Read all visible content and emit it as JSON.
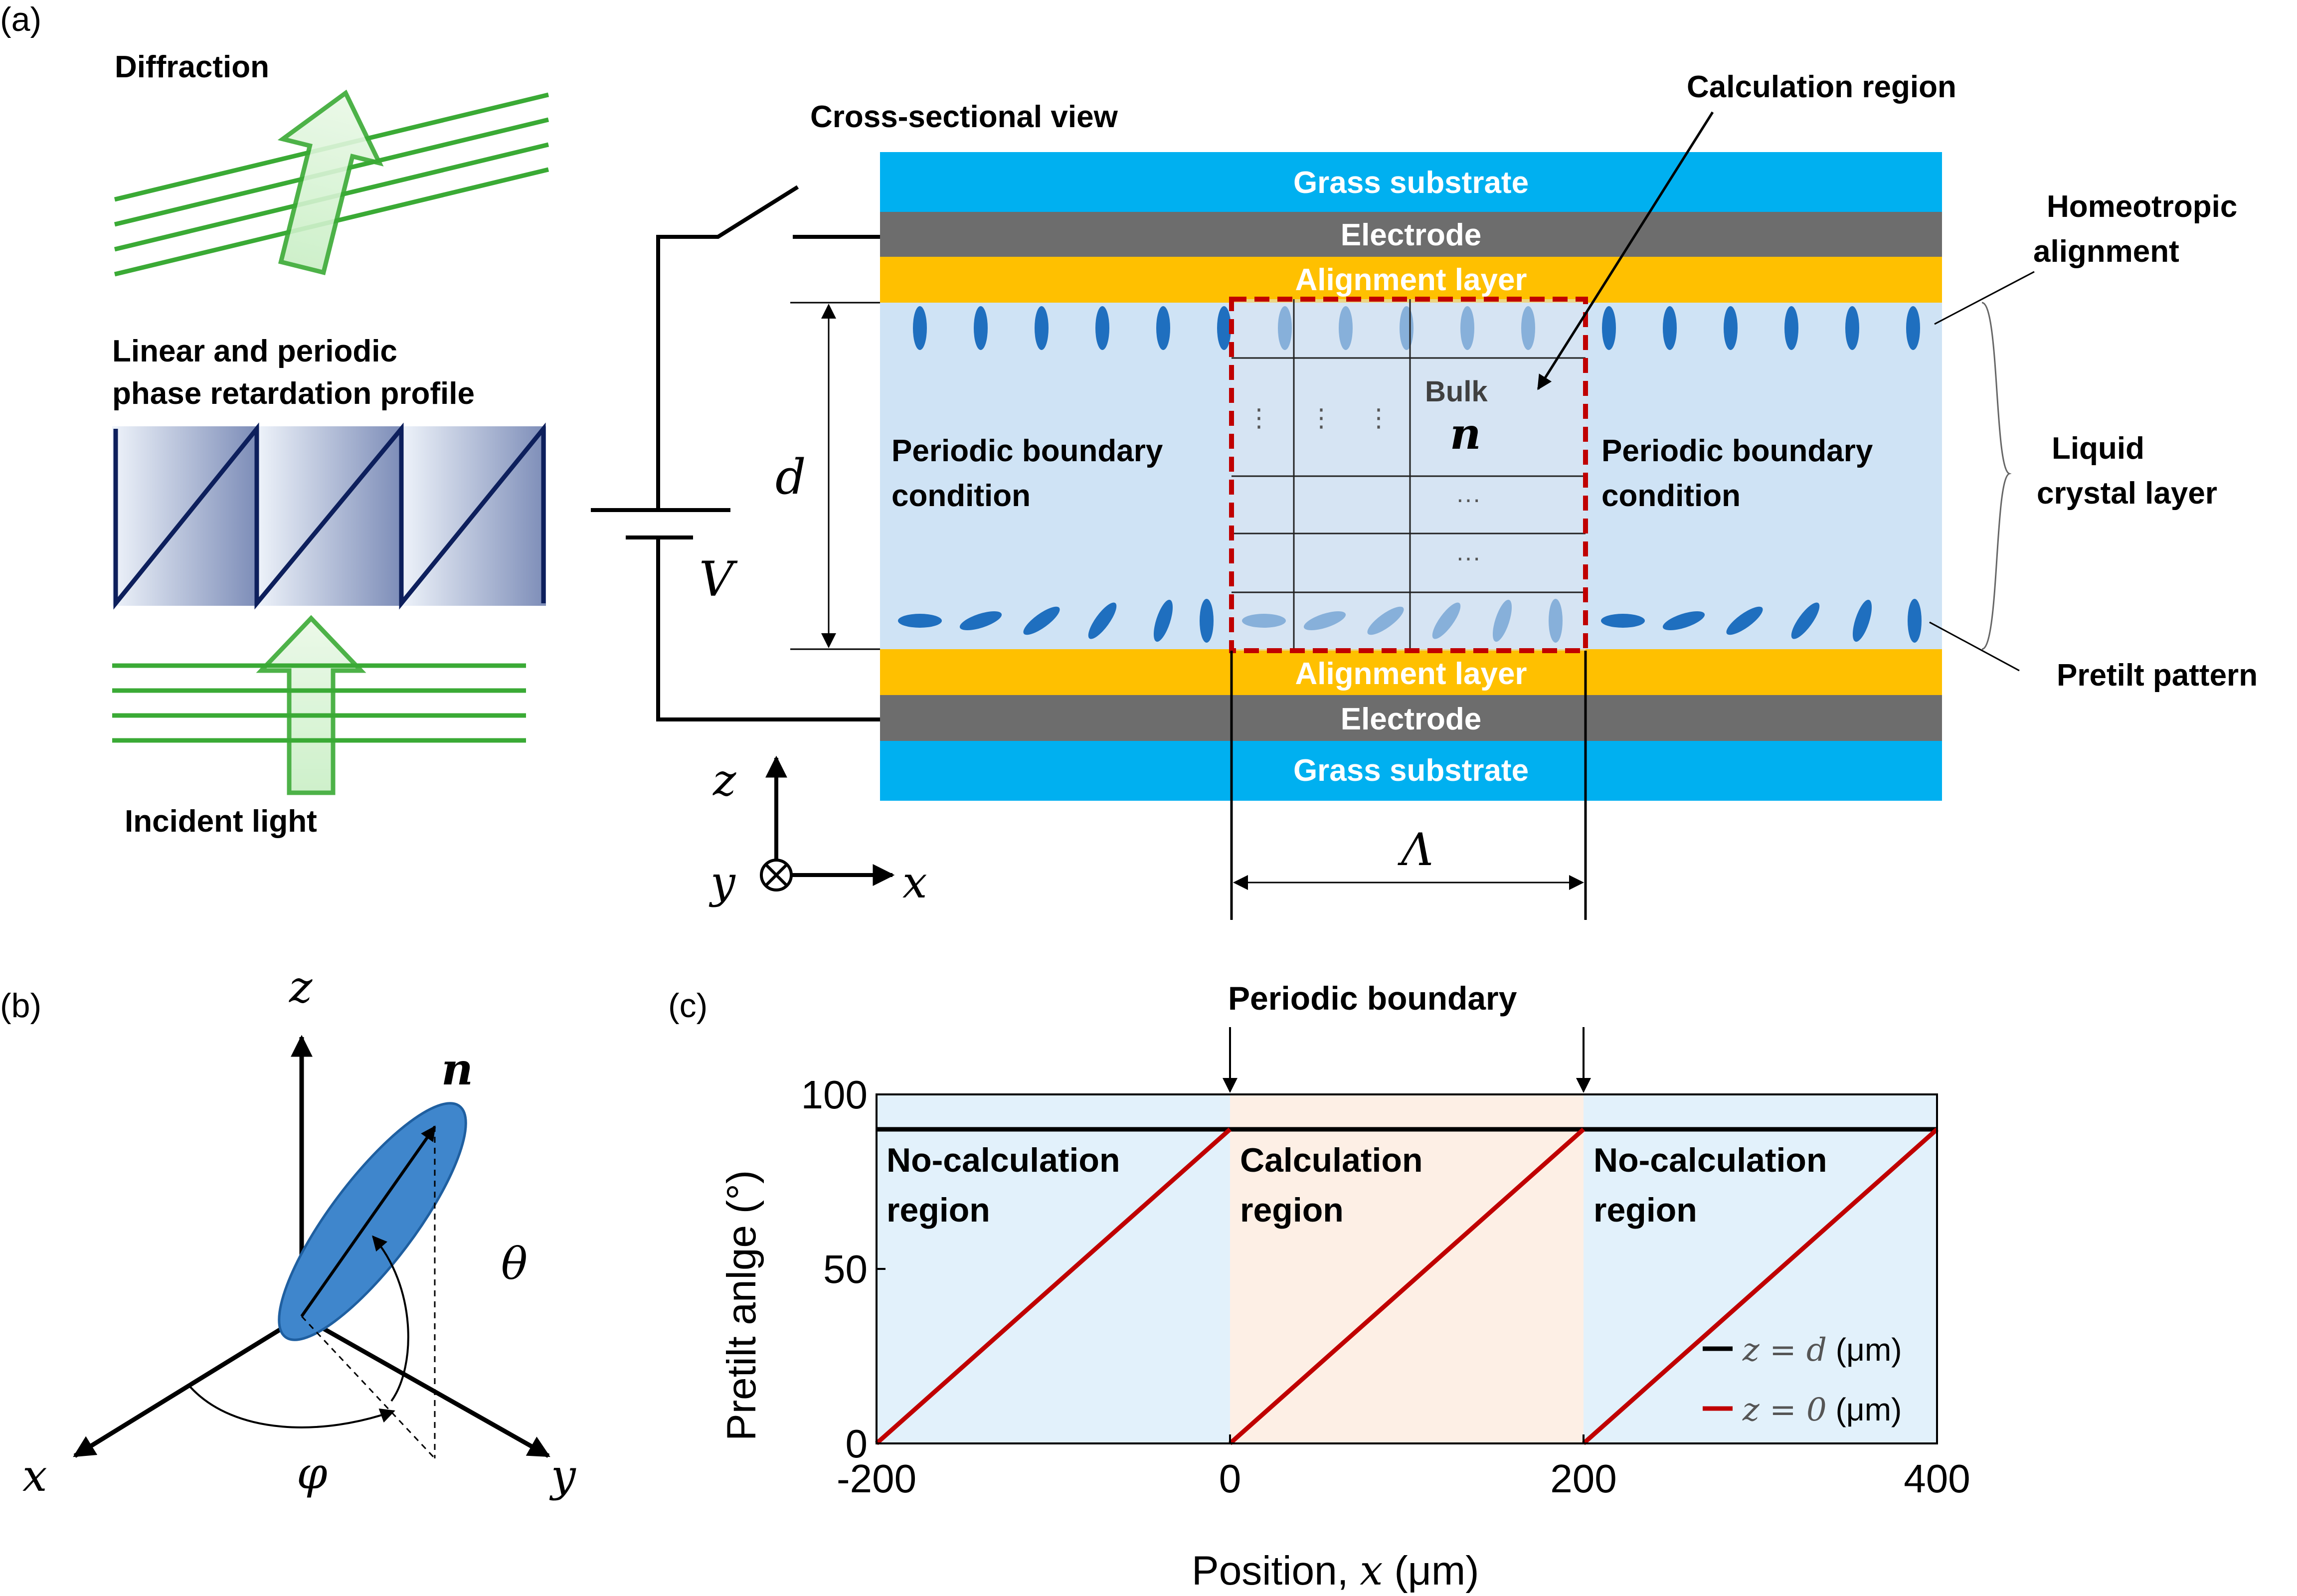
{
  "panels": {
    "a": "(a)",
    "b": "(b)",
    "c": "(c)"
  },
  "panel_a": {
    "diffraction_label": "Diffraction",
    "phase_profile_line1": "Linear and periodic",
    "phase_profile_line2": "phase retardation profile",
    "incident_label": "Incident light",
    "cross_section_title": "Cross-sectional view",
    "calc_region_label": "Calculation region",
    "layers": {
      "substrate_top": "Grass substrate",
      "electrode_top": "Electrode",
      "alignment_top": "Alignment layer",
      "alignment_bottom": "Alignment layer",
      "electrode_bottom": "Electrode",
      "substrate_bottom": "Grass substrate"
    },
    "homeotropic_line1": "Homeotropic",
    "homeotropic_line2": "alignment",
    "lc_layer_line1": "Liquid",
    "lc_layer_line2": "crystal layer",
    "pretilt_pattern": "Pretilt pattern",
    "pbc_left_line1": "Periodic boundary",
    "pbc_left_line2": "condition",
    "pbc_right_line1": "Periodic boundary",
    "pbc_right_line2": "condition",
    "bulk_label": "Bulk",
    "director_symbol": "n",
    "thickness_symbol": "d",
    "voltage_symbol": "V",
    "period_symbol": "Λ",
    "dots_vertical": "⋮",
    "dots_horizontal": "···",
    "axis_z": "z",
    "axis_y": "y",
    "axis_x": "x"
  },
  "panel_b": {
    "axis_z": "z",
    "axis_x": "x",
    "axis_y": "y",
    "director": "n",
    "theta": "θ",
    "phi": "φ"
  },
  "colors": {
    "substrate": "#00b0f0",
    "electrode": "#6d6d6d",
    "alignment": "#ffc000",
    "lc": "#cfe3f5",
    "molecule": "#1f6fbf",
    "green": "#3aaa35",
    "calc_border": "#c00000",
    "plot_blue": "#e2f1fb",
    "plot_orange": "#fdefe5",
    "line_red": "#c00000",
    "line_black": "#000000"
  },
  "chart_data": {
    "type": "line",
    "title": "Periodic boundary",
    "xlabel_prefix": "Position, ",
    "xlabel_var": "x",
    "xlabel_unit": " (μm)",
    "ylabel": "Pretilt anlge (°)",
    "xlim": [
      -200,
      400
    ],
    "ylim": [
      0,
      100
    ],
    "xticks": [
      -200,
      0,
      200,
      400
    ],
    "yticks": [
      0,
      50,
      100
    ],
    "regions": [
      {
        "label_line1": "No-calculation",
        "label_line2": "region",
        "x0": -200,
        "x1": 0,
        "color": "#e2f1fb"
      },
      {
        "label_line1": "Calculation",
        "label_line2": "region",
        "x0": 0,
        "x1": 200,
        "color": "#fdefe5"
      },
      {
        "label_line1": "No-calculation",
        "label_line2": "region",
        "x0": 200,
        "x1": 400,
        "color": "#e2f1fb"
      }
    ],
    "boundary_markers": [
      0,
      200
    ],
    "series": [
      {
        "name_var": "z = d",
        "name_unit": " (μm)",
        "color": "#000000",
        "x": [
          -200,
          400
        ],
        "y": [
          90,
          90
        ]
      },
      {
        "name_var": "z = 0",
        "name_unit": " (μm)",
        "color": "#c00000",
        "segments": [
          {
            "x": [
              -200,
              0
            ],
            "y": [
              0,
              90
            ]
          },
          {
            "x": [
              0,
              200
            ],
            "y": [
              0,
              90
            ]
          },
          {
            "x": [
              200,
              400
            ],
            "y": [
              0,
              90
            ]
          }
        ]
      }
    ],
    "legend_position": "bottom-right"
  }
}
